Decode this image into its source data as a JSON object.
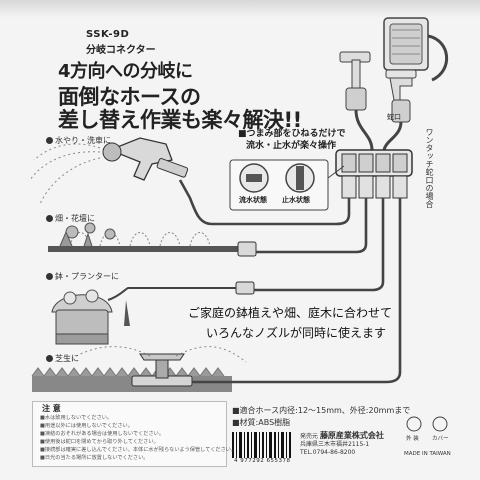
{
  "product": {
    "model": "SSK-9D",
    "name": "分岐コネクター",
    "headline_1": "4方向への分岐に",
    "headline_2": "面倒なホースの",
    "headline_3": "差し替え作業も楽々解決!!"
  },
  "uses": [
    {
      "label": "水やり・洗車に"
    },
    {
      "label": "畑・花壇に"
    },
    {
      "label": "鉢・プランターに"
    },
    {
      "label": "芝生に"
    }
  ],
  "feature": {
    "line1": "■つまみ部をひねるだけで",
    "line2": "流水・止水が楽々操作",
    "dial_open": "流水状態",
    "dial_close": "止水状態"
  },
  "faucet": {
    "small_label": "蛇口",
    "side_note": "ワンタッチ蛇口の場合"
  },
  "message": [
    "ご家庭の鉢植えや畑、庭木に合わせて",
    "いろんなノズルが同時に使えます"
  ],
  "caution": {
    "title": "注  意",
    "items": [
      "■水は飲用しないでください。",
      "■用途以外には使用しないでください。",
      "■凍結のおそれがある場合は使用しないでください。",
      "■使用後は蛇口を閉めてから取り外してください。",
      "■接続部は確実に差し込んでください。本体に水が残らないよう保管してください。",
      "■日光の当たる場所に放置しないでください。"
    ]
  },
  "specs": [
    "■適合ホース内径:12〜15mm、外径:20mmまで",
    "■材質:ABS樹脂"
  ],
  "maker": {
    "prefix": "発売元",
    "company": "藤原産業株式会社",
    "address": "兵庫県三木市福井2115-1",
    "tel": "TEL.0794-86-8200"
  },
  "recycle": {
    "left": "外  装",
    "right": "カバー"
  },
  "barcode_number": "4 977292 655378",
  "origin": "MADE IN TAIWAN",
  "colors": {
    "ink": "#222222",
    "hose": "#333333",
    "badge": "#3a3a3a"
  }
}
